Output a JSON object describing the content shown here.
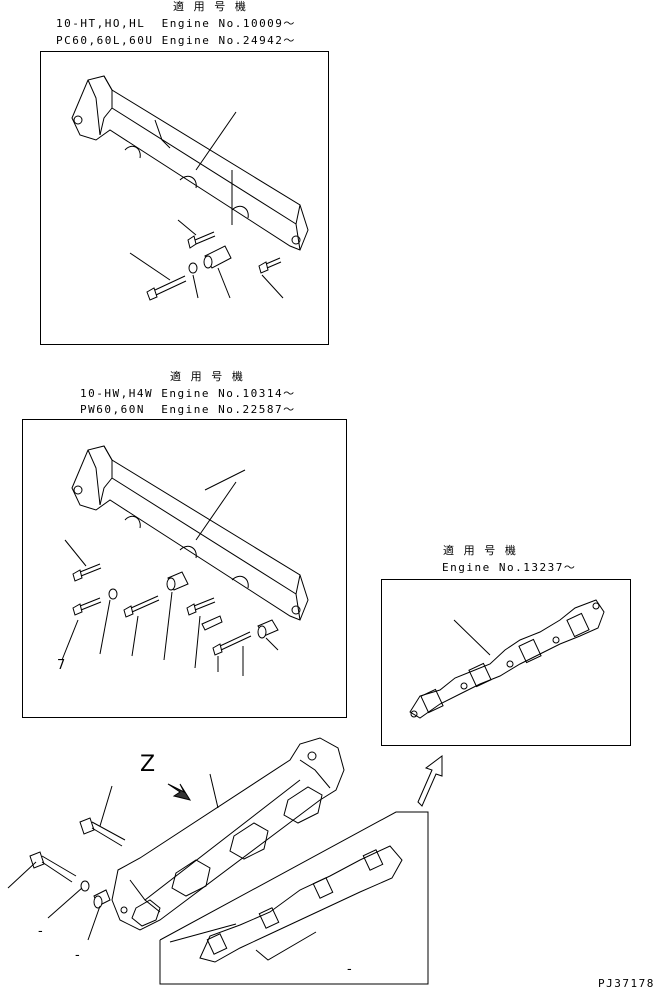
{
  "group1": {
    "header": "適 用 号 機",
    "line1": "10-HT,HO,HL  Engine No.10009～",
    "line2": "PC60,60L,60U Engine No.24942～"
  },
  "group2": {
    "header": "適 用 号 機",
    "line1": "10-HW,H4W Engine No.10314～",
    "line2": "PW60,60N  Engine No.22587～",
    "callout_7": "7"
  },
  "group3": {
    "header": "適 用 号 機",
    "line1": "Engine No.13237～"
  },
  "view_marker": "Z",
  "dash_a": "-",
  "dash_b": "-",
  "dash_c": "-",
  "drawing_number": "PJ37178"
}
